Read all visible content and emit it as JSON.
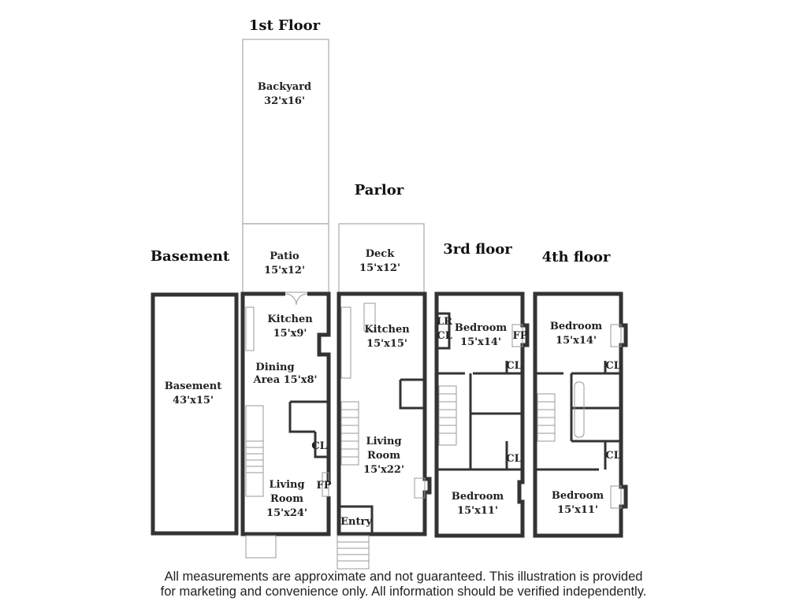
{
  "floors": {
    "basement": {
      "title": "Basement",
      "rooms": [
        {
          "name": "Basement",
          "size": "43'x15'"
        }
      ]
    },
    "first": {
      "title": "1st Floor",
      "backyard": {
        "name": "Backyard",
        "size": "32'x16'"
      },
      "patio": {
        "name": "Patio",
        "size": "15'x12'"
      },
      "kitchen": {
        "name": "Kitchen",
        "size": "15'x9'"
      },
      "dining": {
        "name": "Dining",
        "name2": "Area 15'x8'"
      },
      "living": {
        "name": "Living",
        "name2": "Room",
        "size": "15'x24'"
      },
      "cl": "CL",
      "fp": "FP"
    },
    "parlor": {
      "title": "Parlor",
      "deck": {
        "name": "Deck",
        "size": "15'x12'"
      },
      "kitchen": {
        "name": "Kitchen",
        "size": "15'x15'"
      },
      "living": {
        "name": "Living",
        "name2": "Room",
        "size": "15'x22'"
      },
      "entry": "Entry"
    },
    "third": {
      "title": "3rd floor",
      "bedroom1": {
        "name": "Bedroom",
        "size": "15'x14'"
      },
      "bedroom2": {
        "name": "Bedroom",
        "size": "15'x11'"
      },
      "lr": "LR",
      "lrcl": "CL",
      "fp": "FP",
      "cl1": "CL",
      "cl2": "CL"
    },
    "fourth": {
      "title": "4th floor",
      "bedroom1": {
        "name": "Bedroom",
        "size": "15'x14'"
      },
      "bedroom2": {
        "name": "Bedroom",
        "size": "15'x11'"
      },
      "cl1": "CL",
      "cl2": "CL"
    }
  },
  "disclaimer": {
    "line1": "All measurements are approximate and not guaranteed. This illustration is provided",
    "line2": "for marketing and convenience only. All information should be verified independently."
  }
}
